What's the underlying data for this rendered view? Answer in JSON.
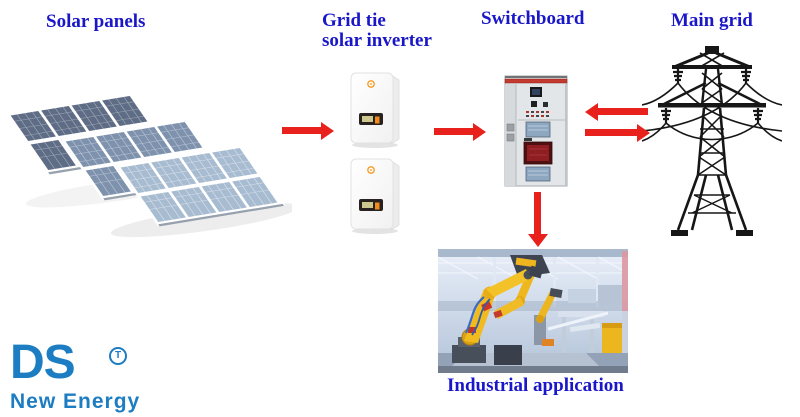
{
  "labels": {
    "solar_panels": "Solar panels",
    "inverter_line1": "Grid tie",
    "inverter_line2": "solar inverter",
    "switchboard": "Switchboard",
    "main_grid": "Main grid",
    "industrial": "Industrial application"
  },
  "logo": {
    "initials": "DS",
    "trademark": "T",
    "name": "New Energy"
  },
  "connections": [
    {
      "from": "solar-panels",
      "to": "grid-tie-solar-inverter",
      "direction": "right"
    },
    {
      "from": "grid-tie-solar-inverter",
      "to": "switchboard",
      "direction": "right"
    },
    {
      "from": "main-grid",
      "to": "switchboard",
      "direction": "left"
    },
    {
      "from": "switchboard",
      "to": "main-grid",
      "direction": "right"
    },
    {
      "from": "switchboard",
      "to": "industrial-application",
      "direction": "down"
    }
  ],
  "colors": {
    "label_text": "#1a17c9",
    "arrow_red": "#e8211c",
    "logo_blue": "#1d7dc2",
    "panel_blue": "#7e92ae",
    "robot_yellow": "#f1ba1f",
    "cabinet_red_stripe": "#c23a30",
    "inverter_accent": "#f08b1c"
  }
}
